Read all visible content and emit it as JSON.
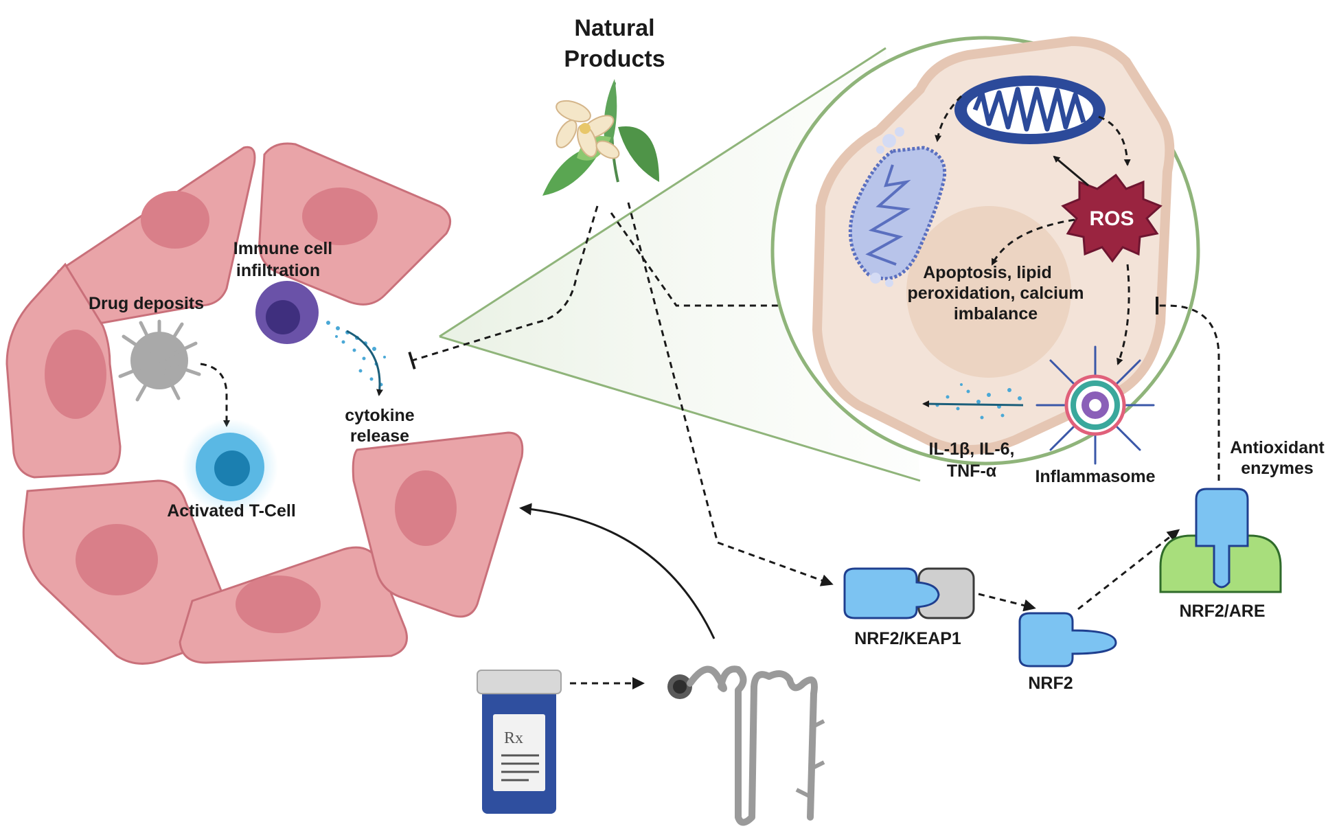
{
  "labels": {
    "natural_products_1": "Natural",
    "natural_products_2": "Products",
    "immune_1": "Immune cell",
    "immune_2": "infiltration",
    "drug_deposits": "Drug deposits",
    "cytokine_1": "cytokine",
    "cytokine_2": "release",
    "activated_t_cell": "Activated T-Cell",
    "ros": "ROS",
    "apoptosis_1": "Apoptosis, lipid",
    "apoptosis_2": "peroxidation, calcium",
    "apoptosis_3": "imbalance",
    "interleukins_1": "IL-1β, IL-6,",
    "interleukins_2": "TNF-α",
    "inflammasome": "Inflammasome",
    "antioxidant_1": "Antioxidant",
    "antioxidant_2": "enzymes",
    "nrf2_keap1": "NRF2/KEAP1",
    "nrf2": "NRF2",
    "nrf2_are": "NRF2/ARE",
    "rx": "Rx"
  },
  "colors": {
    "epithelial_cell": "#e9a4a8",
    "zoom_circle": "#8fb47a",
    "cell_body": "#e5c6b3",
    "mitochondria": "#2c4a9a",
    "ros": "#9a2440",
    "nrf2": "#7cc3f2",
    "are": "#a8de7c",
    "immune_cell": "#6a52a8",
    "t_cell": "#2f9fd6"
  }
}
